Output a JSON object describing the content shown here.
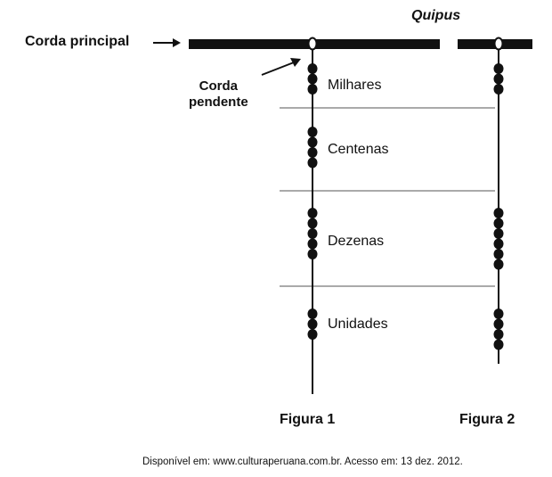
{
  "title": "Quipus",
  "labels": {
    "main_cord": "Corda principal",
    "pendant_cord_line1": "Corda",
    "pendant_cord_line2": "pendente"
  },
  "places": [
    "Milhares",
    "Centenas",
    "Dezenas",
    "Unidades"
  ],
  "figures": [
    {
      "label": "Figura 1",
      "knots": [
        3,
        4,
        5,
        3
      ]
    },
    {
      "label": "Figura 2",
      "knots": [
        3,
        0,
        6,
        4
      ]
    }
  ],
  "source": "Disponível em: www.culturaperuana.com.br. Acesso em: 13 dez. 2012."
}
